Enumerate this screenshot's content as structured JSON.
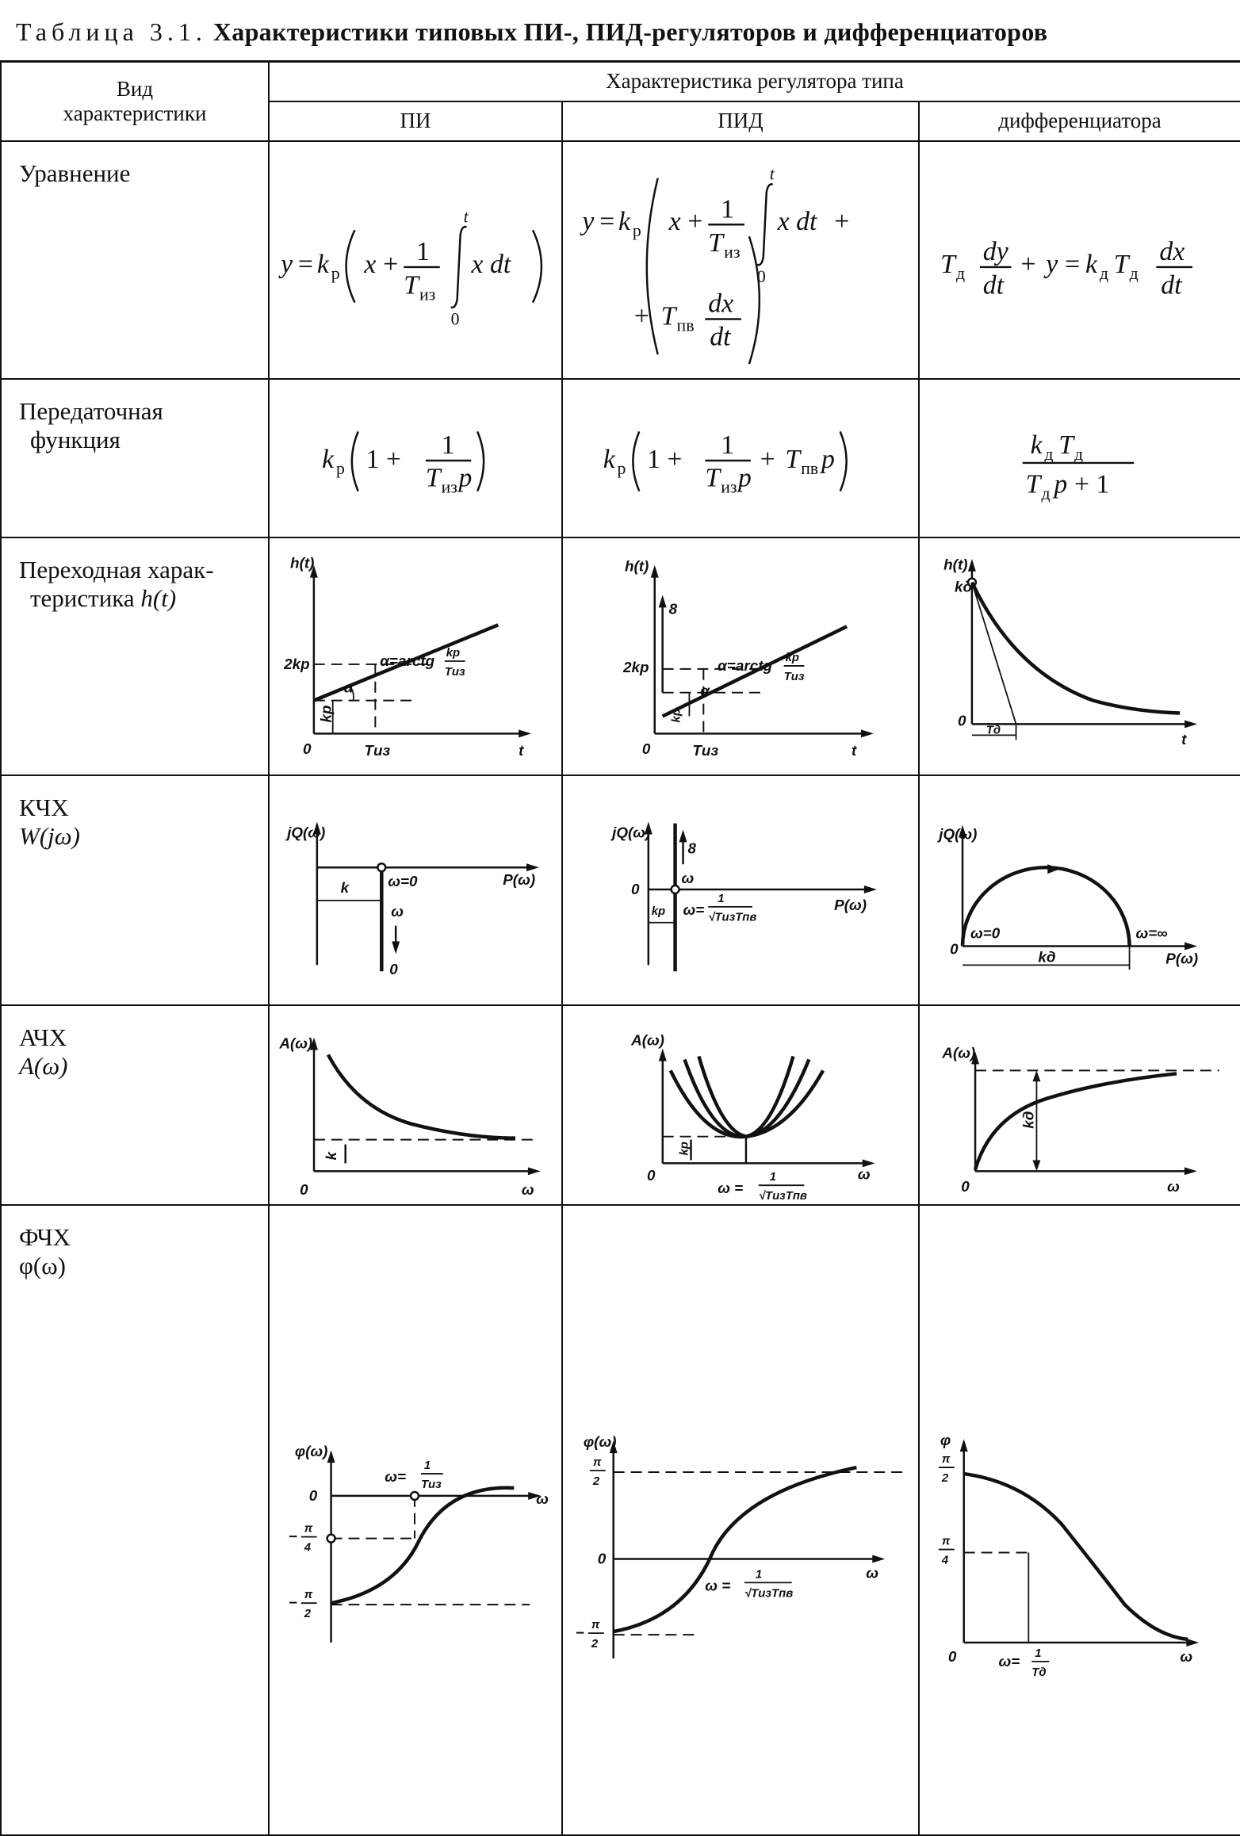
{
  "caption": {
    "lead": "Таблица 3.1.",
    "text": "Характеристики типовых ПИ-, ПИД-регуляторов и дифференциаторов"
  },
  "header": {
    "kind_line1": "Вид",
    "kind_line2": "характеристики",
    "group": "Характеристика регулятора типа",
    "col_pi": "ПИ",
    "col_pid": "ПИД",
    "col_diff": "дифференциатора"
  },
  "rows": {
    "equation": {
      "label": "Уравнение"
    },
    "transfer": {
      "label1": "Передаточная",
      "label2": "функция"
    },
    "step": {
      "label1": "Переходная харак-",
      "label2": "теристика",
      "label_math": "h(t)"
    },
    "kchx": {
      "label1": "КЧХ",
      "label2": "W(jω)"
    },
    "achx": {
      "label1": "АЧХ",
      "label2": "A(ω)"
    },
    "fchx": {
      "label1": "ФЧХ",
      "label2": "φ(ω)"
    }
  },
  "plots": {
    "step_pi": {
      "y": "h(t)",
      "x": "t",
      "origin": "0",
      "level": "2kp",
      "kp": "kp",
      "alpha": "α",
      "alpha_eq": "α=arctg",
      "frac_num": "kp",
      "frac_den": "Tиз",
      "t_mark": "Tиз"
    },
    "step_pid": {
      "y": "h(t)",
      "x": "t",
      "origin": "0",
      "level": "2kp",
      "kp": "kp",
      "alpha": "α",
      "alpha_eq": "α=arctg",
      "frac_num": "kp",
      "frac_den": "Tиз",
      "t_mark": "Tиз",
      "impulse": "8"
    },
    "step_diff": {
      "y": "h(t)",
      "x": "t",
      "origin": "0",
      "kd": "kд",
      "td": "Tд"
    },
    "kchx_pi": {
      "y": "jQ(ω)",
      "x": "P(ω)",
      "k": "k",
      "w0": "ω=0",
      "w": "ω",
      "zero": "0"
    },
    "kchx_pid": {
      "y": "jQ(ω)",
      "x": "P(ω)",
      "origin": "0",
      "kp": "kp",
      "inf": "8",
      "w": "ω",
      "w_eq": "ω=",
      "num": "1",
      "den": "√TизTпв"
    },
    "kchx_diff": {
      "y": "jQ(ω)",
      "x": "P(ω)",
      "origin": "0",
      "w0": "ω=0",
      "winf": "ω=∞",
      "kd": "kд"
    },
    "achx_pi": {
      "y": "A(ω)",
      "x": "ω",
      "origin": "0",
      "k": "k"
    },
    "achx_pid": {
      "y": "A(ω)",
      "x": "ω",
      "origin": "0",
      "kp": "kp",
      "w_eq": "ω =",
      "num": "1",
      "den": "√TизTпв"
    },
    "achx_diff": {
      "y": "A(ω)",
      "x": "ω",
      "origin": "0",
      "kd": "kд"
    },
    "fchx_pi": {
      "y": "φ(ω)",
      "x": "ω",
      "zero": "0",
      "q_num": "π",
      "q_den": "4",
      "h_num": "π",
      "h_den": "2",
      "minus": "−",
      "w_eq": "ω=",
      "num": "1",
      "den": "Tиз"
    },
    "fchx_pid": {
      "y": "φ(ω)",
      "x": "ω",
      "zero": "0",
      "h_num": "π",
      "h_den": "2",
      "minus": "−",
      "w_eq": "ω =",
      "num": "1",
      "den": "√TизTпв"
    },
    "fchx_diff": {
      "y": "φ",
      "x": "ω",
      "origin": "0",
      "h_num": "π",
      "h_den": "2",
      "q_num": "π",
      "q_den": "4",
      "w_eq": "ω=",
      "num": "1",
      "den": "Tд"
    }
  }
}
